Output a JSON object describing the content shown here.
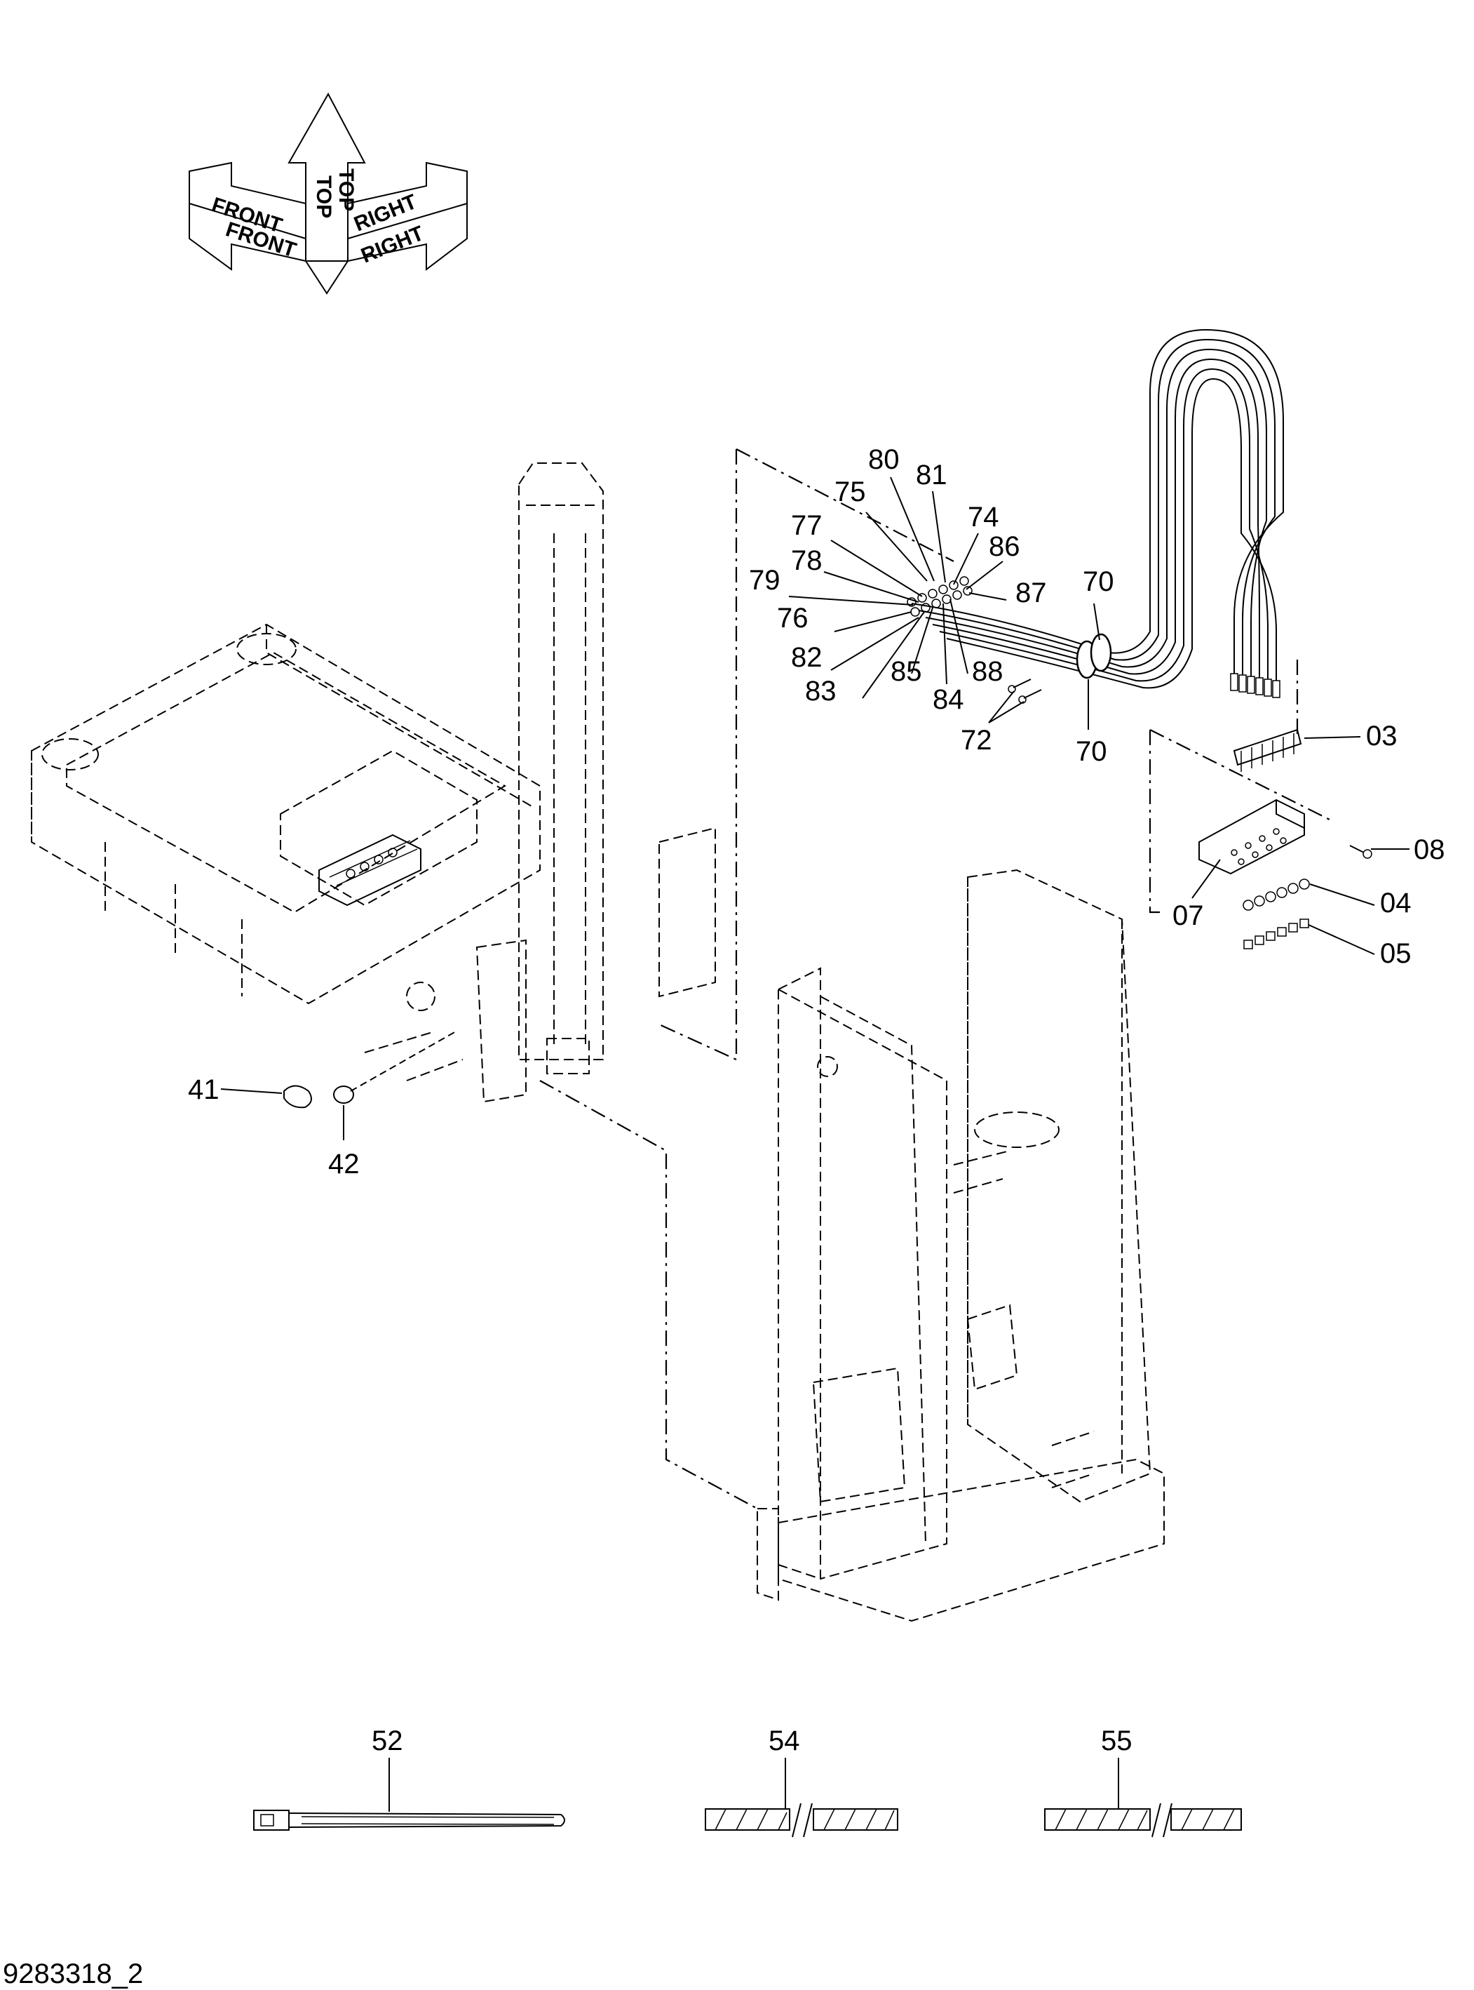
{
  "orientation_labels": {
    "front": "FRONT",
    "top": "TOP",
    "right": "RIGHT"
  },
  "callouts": {
    "c80": "80",
    "c81": "81",
    "c75": "75",
    "c74": "74",
    "c77": "77",
    "c86": "86",
    "c78": "78",
    "c79": "79",
    "c87": "87",
    "c70_top": "70",
    "c76": "76",
    "c82": "82",
    "c83": "83",
    "c85": "85",
    "c84": "84",
    "c88": "88",
    "c72": "72",
    "c70_bottom": "70",
    "c03": "03",
    "c08": "08",
    "c07": "07",
    "c04": "04",
    "c05": "05",
    "c41": "41",
    "c42": "42",
    "c52": "52",
    "c54": "54",
    "c55": "55"
  },
  "document_id": "9283318_2"
}
